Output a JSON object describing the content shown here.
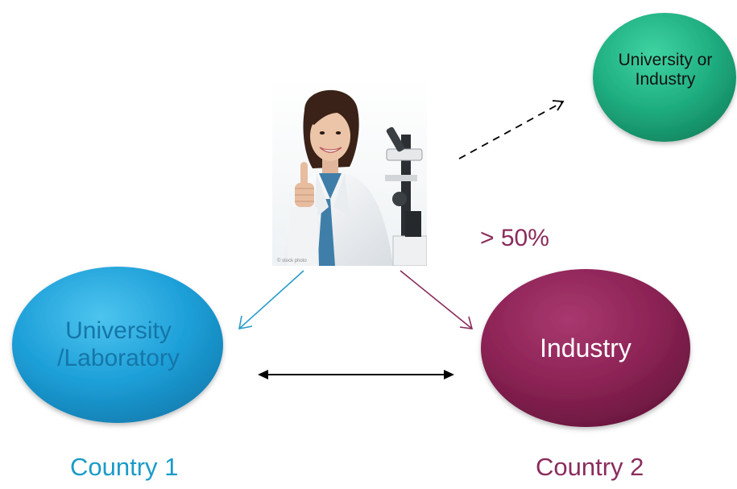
{
  "nodes": {
    "univ_lab": {
      "label": "University /Laboratory",
      "color": "#1e9fd8"
    },
    "industry": {
      "label": "Industry",
      "color": "#8c2355"
    },
    "univ_or_industry": {
      "label": "University or Industry",
      "color": "#1fae80"
    }
  },
  "labels": {
    "country1": "Country 1",
    "country2": "Country 2",
    "percentage": "> 50%"
  },
  "arrows": {
    "to_univ_lab": {
      "color": "#2a9cc8"
    },
    "to_industry": {
      "color": "#8a2c5c"
    },
    "between_countries": {
      "color": "#000000",
      "style": "double-headed"
    },
    "to_univ_or_industry": {
      "color": "#000000",
      "style": "dashed"
    }
  },
  "photo": {
    "subject": "scientist-thumbs-up-with-microscope"
  }
}
